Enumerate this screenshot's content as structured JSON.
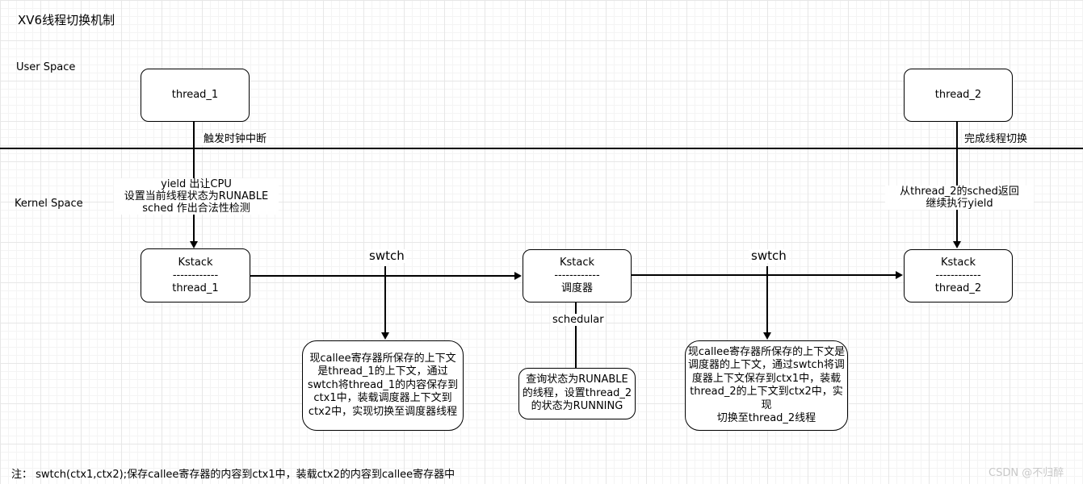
{
  "title": "XV6线程切换机制",
  "regions": {
    "user_space": "User Space",
    "kernel_space": "Kernel Space"
  },
  "nodes": {
    "thread1": {
      "label": "thread_1"
    },
    "thread2": {
      "label": "thread_2"
    },
    "kstack1": {
      "title": "Kstack",
      "dashes": "------------",
      "owner": "thread_1"
    },
    "kstack2": {
      "title": "Kstack",
      "dashes": "------------",
      "owner": "调度器"
    },
    "kstack3": {
      "title": "Kstack",
      "dashes": "------------",
      "owner": "thread_2"
    }
  },
  "labels": {
    "timer_interrupt": "触发时钟中断",
    "yield_steps": [
      "yield 出让CPU",
      "设置当前线程状态为RUNABLE",
      "sched 作出合法性检测"
    ],
    "swtch1": "swtch",
    "swtch2": "swtch",
    "schedular": "schedular",
    "switch_done": "完成线程切换",
    "sched_return": [
      "从thread_2的sched返回",
      "继续执行yield"
    ]
  },
  "callouts": {
    "save_thread1": [
      "现callee寄存器所保存的上下文",
      "是thread_1的上下文，通过",
      "swtch将thread_1的内容保存到",
      "ctx1中，装载调度器上下文到",
      "ctx2中，实现切换至调度器线程"
    ],
    "pick_runnable": [
      "查询状态为RUNABLE",
      "的线程，设置thread_2",
      "的状态为RUNNING"
    ],
    "save_scheduler": [
      "现callee寄存器所保存的上下文是",
      "调度器的上下文，通过swtch将调",
      "度器上下文保存到ctx1中，装载",
      "thread_2的上下文到ctx2中，实现",
      "切换至thread_2线程"
    ]
  },
  "footer": {
    "note": "注：  swtch(ctx1,ctx2);保存callee寄存器的内容到ctx1中，装载ctx2的内容到callee寄存器中",
    "watermark": "CSDN @不归醉"
  },
  "colors": {
    "stroke": "#000000",
    "grid_minor": "#f4f4f4",
    "grid_major": "#e7e7e7",
    "watermark_text": "#c8c8c8"
  }
}
